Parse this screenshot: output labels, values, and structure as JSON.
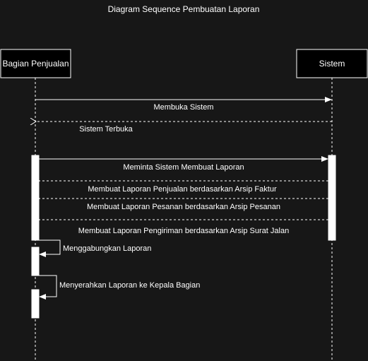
{
  "diagram": {
    "title": "Diagram Sequence Pembuatan Laporan",
    "participants": [
      {
        "id": "bagian",
        "label": "Bagian Penjualan"
      },
      {
        "id": "sistem",
        "label": "Sistem"
      }
    ],
    "messages": [
      {
        "from": "bagian",
        "to": "sistem",
        "kind": "sync",
        "label": "Membuka Sistem"
      },
      {
        "from": "sistem",
        "to": "bagian",
        "kind": "return",
        "label": "Sistem Terbuka"
      },
      {
        "from": "bagian",
        "to": "sistem",
        "kind": "sync",
        "label": "Meminta Sistem Membuat Laporan"
      },
      {
        "from": "sistem",
        "to": "bagian",
        "kind": "return",
        "label": "Membuat Laporan Penjualan berdasarkan Arsip Faktur"
      },
      {
        "from": "sistem",
        "to": "bagian",
        "kind": "return",
        "label": "Membuat Laporan Pesanan berdasarkan Arsip Pesanan"
      },
      {
        "from": "sistem",
        "to": "bagian",
        "kind": "return",
        "label": "Membuat Laporan Pengiriman berdasarkan Arsip Surat Jalan"
      },
      {
        "from": "bagian",
        "to": "bagian",
        "kind": "self",
        "label": "Menggabungkan Laporan"
      },
      {
        "from": "bagian",
        "to": "bagian",
        "kind": "self",
        "label": "Menyerahkan Laporan ke Kepala Bagian"
      }
    ]
  },
  "colors": {
    "background": "#171717",
    "line": "#ffffff",
    "actor_fill": "#000000",
    "activation_fill": "#ffffff"
  }
}
